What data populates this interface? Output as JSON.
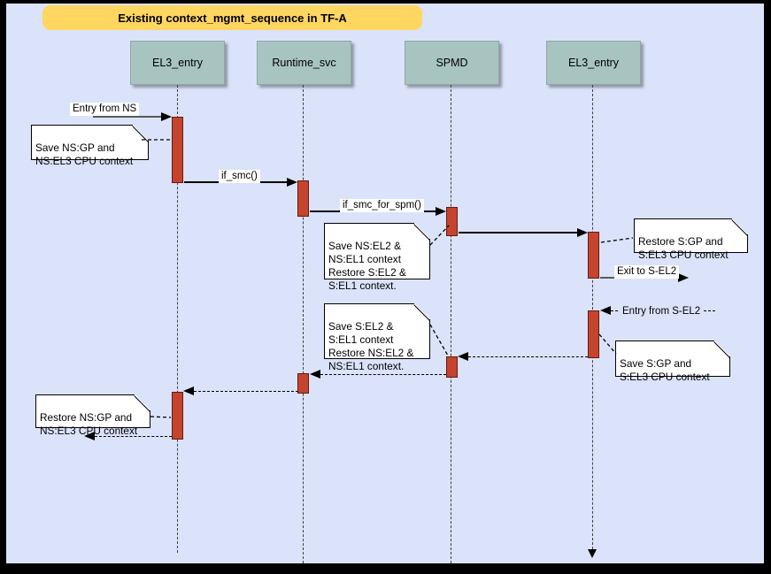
{
  "title": "Existing context_mgmt_sequence in TF-A",
  "lifelines": [
    {
      "label": "EL3_entry"
    },
    {
      "label": "Runtime_svc"
    },
    {
      "label": "SPMD"
    },
    {
      "label": "EL3_entry"
    }
  ],
  "messages": {
    "entry_from_ns": {
      "label": "Entry from NS",
      "type": "solid"
    },
    "if_smc": {
      "label": "if_smc()",
      "type": "solid"
    },
    "if_smc_for_spm": {
      "label": "if_smc_for_spm()",
      "type": "solid"
    },
    "exit_to_s_el2": {
      "label": "Exit to S-EL2",
      "type": "solid"
    },
    "entry_from_s_el2": {
      "label": "Entry from S-EL2",
      "type": "dashed"
    }
  },
  "notes": {
    "save_ns_gp": {
      "text": "Save NS:GP and\nNS:EL3 CPU context"
    },
    "save_ns_el2": {
      "text": "Save NS:EL2 &\nNS:EL1 context\nRestore S:EL2 &\nS:EL1 context."
    },
    "restore_s_gp": {
      "text": "Restore S:GP and\nS:EL3 CPU context"
    },
    "save_s_gp": {
      "text": "Save S:GP and\nS:EL3 CPU context"
    },
    "save_s_el2": {
      "text": "Save S:EL2 &\nS:EL1 context\nRestore NS:EL2 &\nNS:EL1 context."
    },
    "restore_ns_gp": {
      "text": "Restore NS:GP and\nNS:EL3 CPU context"
    }
  },
  "colors": {
    "background": "#dbe3fa",
    "title_bg": "#ffd65f",
    "lifeline_bg": "#a7c4c1",
    "activation_fill": "#c5442e",
    "activation_border": "#641b0e",
    "frame": "#000000"
  }
}
